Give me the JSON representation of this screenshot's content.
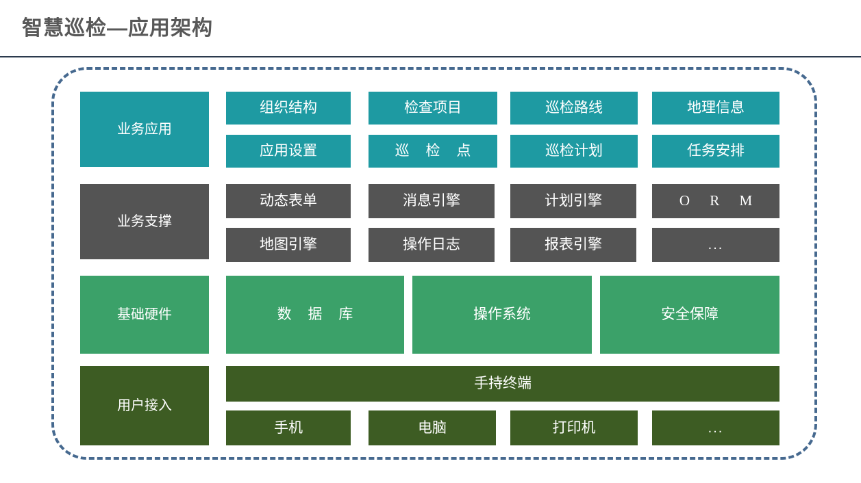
{
  "header": {
    "title": "智慧巡检—应用架构"
  },
  "diagram": {
    "frame_style": "dashed-rounded",
    "frame_color": "#46698f",
    "layers": [
      {
        "id": "business-application",
        "label": "业务应用",
        "color": "#1e9aa2",
        "rows": [
          [
            "组织结构",
            "检查项目",
            "巡检路线",
            "地理信息"
          ],
          [
            "应用设置",
            "巡 检 点",
            "巡检计划",
            "任务安排"
          ]
        ]
      },
      {
        "id": "business-support",
        "label": "业务支撑",
        "color": "#545454",
        "rows": [
          [
            "动态表单",
            "消息引擎",
            "计划引擎",
            "O R M"
          ],
          [
            "地图引擎",
            "操作日志",
            "报表引擎",
            "..."
          ]
        ]
      },
      {
        "id": "infrastructure",
        "label": "基础硬件",
        "color": "#3ba169",
        "rows": [
          [
            "数 据 库",
            "操作系统",
            "安全保障"
          ]
        ]
      },
      {
        "id": "user-access",
        "label": "用户接入",
        "color": "#3d5c23",
        "rows": [
          [
            "手持终端"
          ],
          [
            "手机",
            "电脑",
            "打印机",
            "..."
          ]
        ]
      }
    ]
  }
}
